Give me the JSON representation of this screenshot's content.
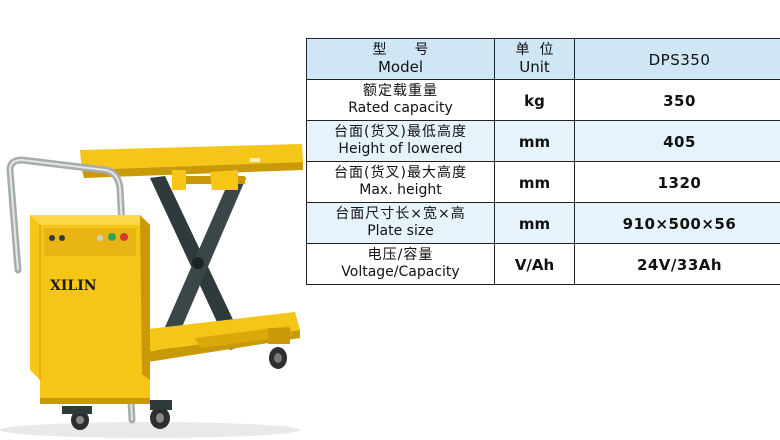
{
  "product": {
    "brand": "XILIN"
  },
  "spec_table": {
    "header": {
      "name_cn": "型号",
      "name_en": "Model",
      "unit_cn": "单位",
      "unit_en": "Unit",
      "model": "DPS350"
    },
    "rows": [
      {
        "name_cn": "额定载重量",
        "name_en": "Rated capacity",
        "unit": "kg",
        "value": "350"
      },
      {
        "name_cn": "台面(货叉)最低高度",
        "name_en": "Height of lowered",
        "unit": "mm",
        "value": "405"
      },
      {
        "name_cn": "台面(货叉)最大高度",
        "name_en": "Max. height",
        "unit": "mm",
        "value": "1320"
      },
      {
        "name_cn": "台面尺寸长×宽×高",
        "name_en": "Plate size",
        "unit": "mm",
        "value": "910×500×56"
      },
      {
        "name_cn": "电压/容量",
        "name_en": "Voltage/Capacity",
        "unit": "V/Ah",
        "value": "24V/33Ah"
      }
    ]
  },
  "colors": {
    "body_yellow": "#f5c518",
    "frame_dark": "#2e3a3c",
    "header_blue": "#cfe6f5",
    "row_blue": "#e6f3fb"
  }
}
